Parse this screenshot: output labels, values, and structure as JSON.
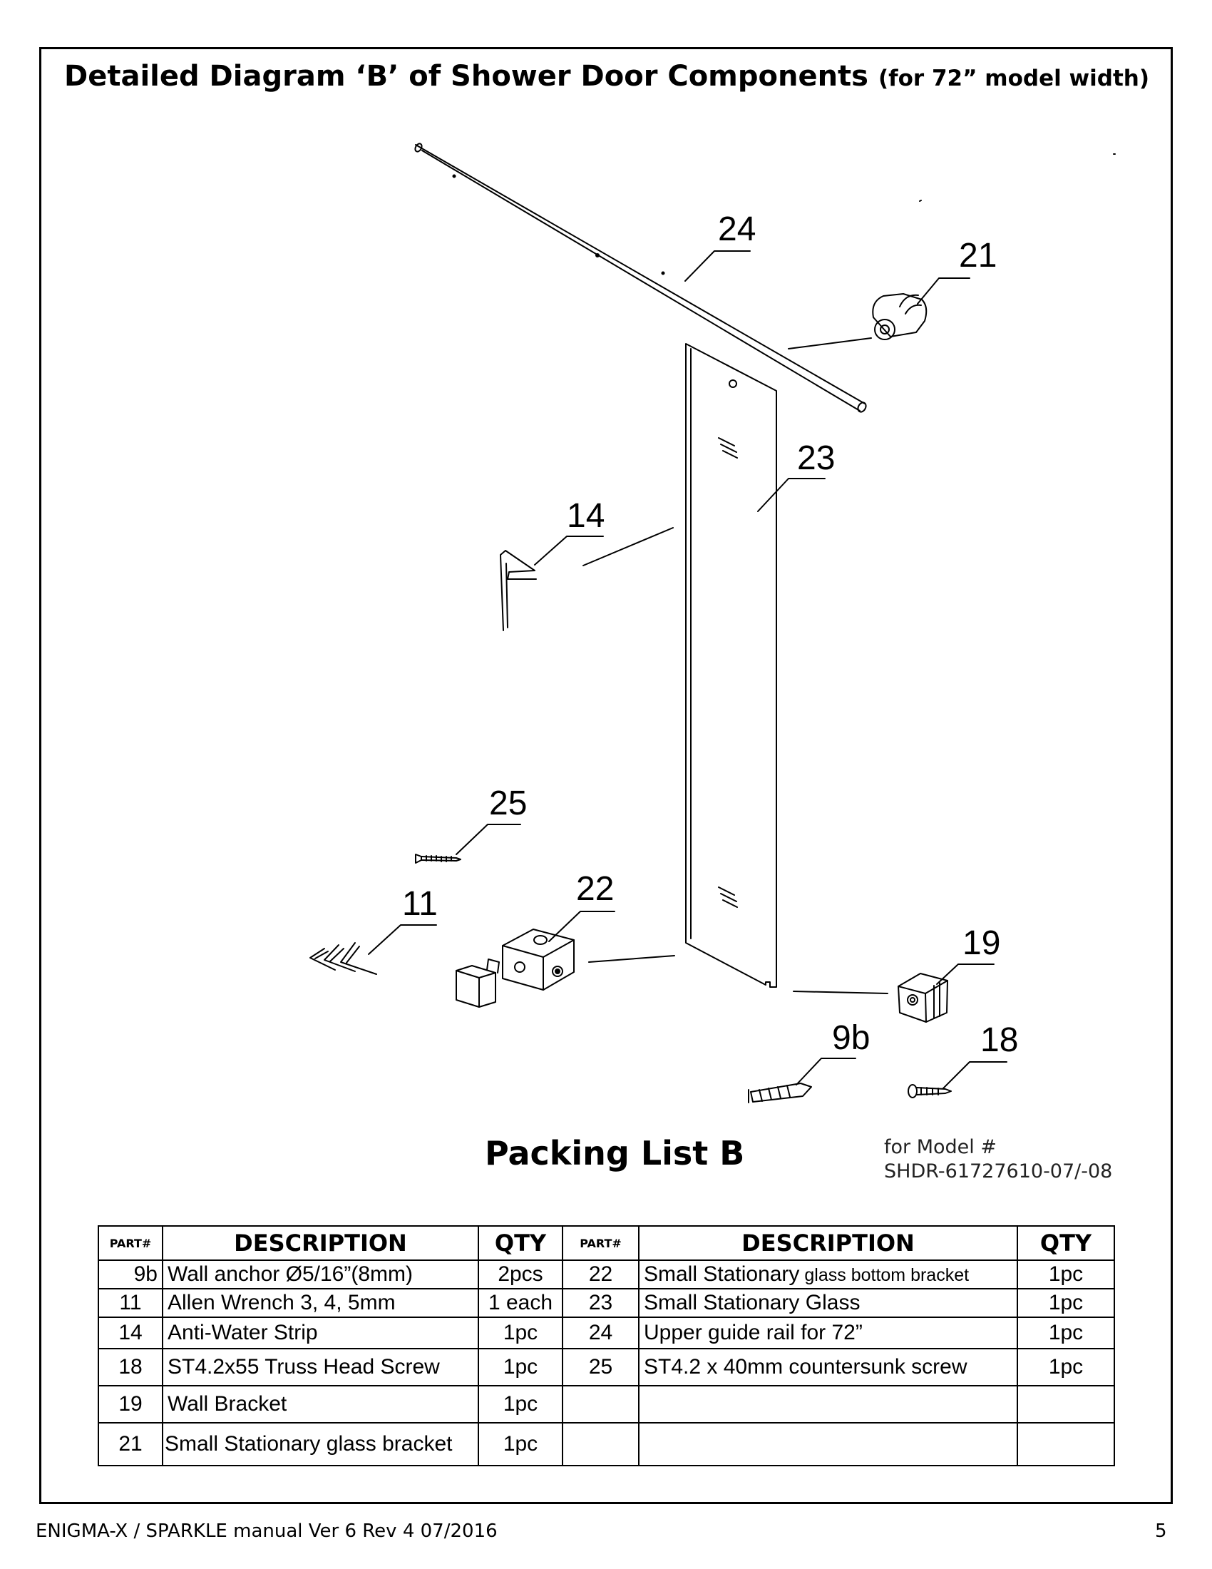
{
  "header": {
    "title": "Detailed Diagram ‘B’ of Shower Door Components",
    "subtitle": "(for 72” model width)"
  },
  "callouts": {
    "c24": "24",
    "c21": "21",
    "c23": "23",
    "c14": "14",
    "c25": "25",
    "c22": "22",
    "c11": "11",
    "c19": "19",
    "c9b": "9b",
    "c18": "18"
  },
  "packing": {
    "title": "Packing List B",
    "model_label": "for Model #",
    "model_number": "SHDR-61727610-07/-08"
  },
  "table": {
    "headers": [
      "PART#",
      "DESCRIPTION",
      "QTY",
      "PART#",
      "DESCRIPTION",
      "QTY"
    ],
    "rows": [
      {
        "p1": "9b",
        "d1": "Wall anchor Ø5/16”(8mm)",
        "q1": "2pcs",
        "p2": "22",
        "d2a": "Small Stationary",
        "d2b": " glass bottom bracket",
        "q2": "1pc"
      },
      {
        "p1": "11",
        "d1": "Allen Wrench 3, 4, 5mm",
        "q1": "1 each",
        "p2": "23",
        "d2a": "Small Stationary Glass",
        "d2b": "",
        "q2": "1pc"
      },
      {
        "p1": "14",
        "d1": "Anti-Water Strip",
        "q1": "1pc",
        "p2": "24",
        "d2a": "Upper guide rail for 72”",
        "d2b": "",
        "q2": "1pc"
      },
      {
        "p1": "18",
        "d1": "ST4.2x55 Truss Head Screw",
        "q1": "1pc",
        "p2": "25",
        "d2a": "ST4.2 x 40mm countersunk screw",
        "d2b": "",
        "q2": "1pc"
      },
      {
        "p1": "19",
        "d1": "Wall Bracket",
        "q1": "1pc",
        "p2": "",
        "d2a": "",
        "d2b": "",
        "q2": ""
      },
      {
        "p1": "21",
        "d1": "Small Stationary glass bracket",
        "q1": "1pc",
        "p2": "",
        "d2a": "",
        "d2b": "",
        "q2": ""
      }
    ]
  },
  "footer": {
    "left": "ENIGMA-X / SPARKLE manual Ver 6  Rev 4  07/2016",
    "page": "5"
  }
}
